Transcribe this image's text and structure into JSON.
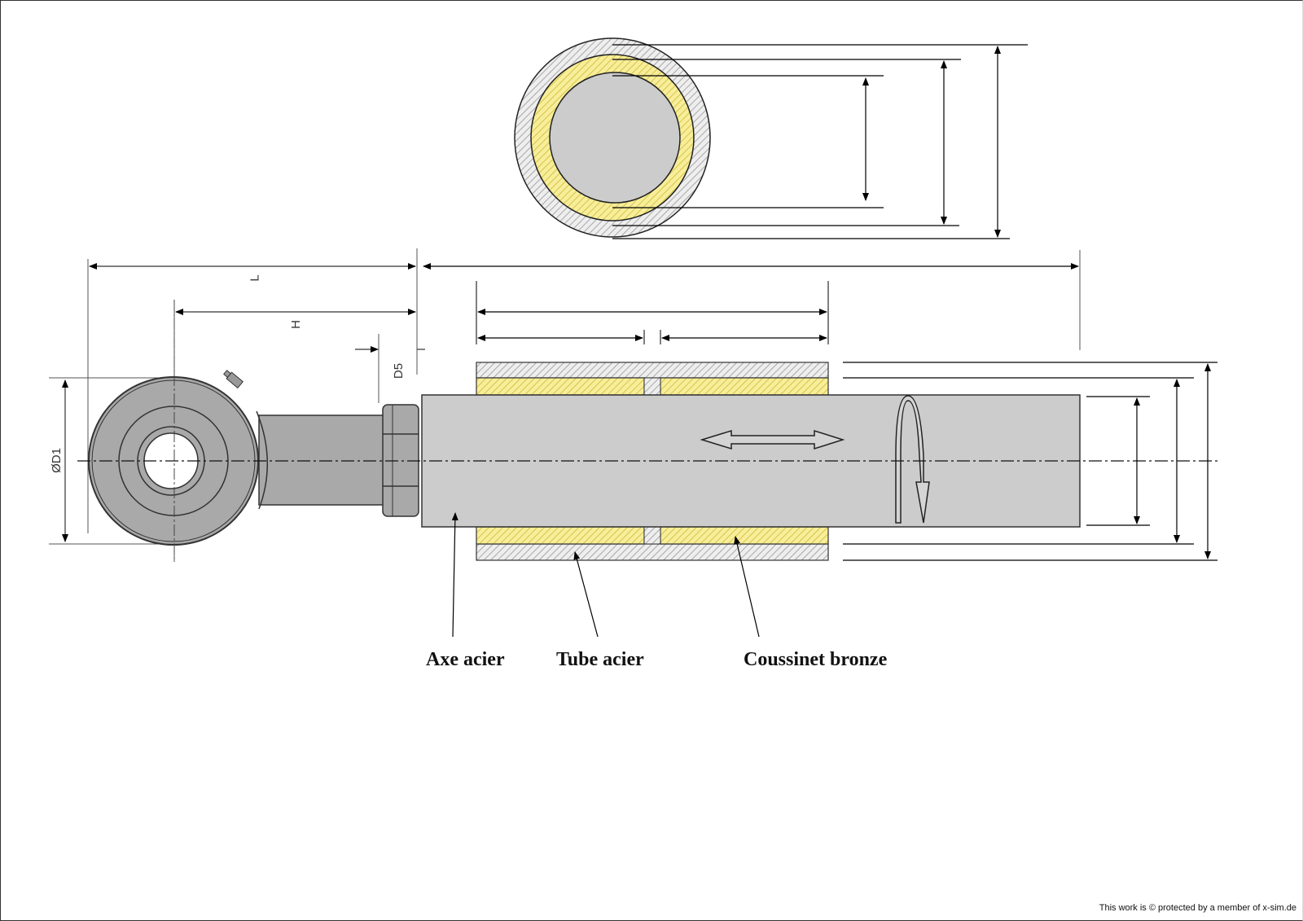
{
  "diagram": {
    "title": "Rod end with bronze bushing on steel shaft",
    "dimension_labels": {
      "overall_length": "L",
      "center_to_end": "H",
      "thread_offset": "D5",
      "eye_diameter": "ØD1"
    },
    "parts": [
      {
        "id": "shaft",
        "label": "Axe acier",
        "material": "steel",
        "color": "#cccccc"
      },
      {
        "id": "tube",
        "label": "Tube acier",
        "material": "steel",
        "color": "#d8d8d8"
      },
      {
        "id": "bushing",
        "label": "Coussinet bronze",
        "material": "bronze",
        "color": "#f2e27a"
      }
    ],
    "motions": [
      "axial-translation",
      "rotation"
    ],
    "copyright": "This work is © protected by a member of x-sim.de"
  }
}
